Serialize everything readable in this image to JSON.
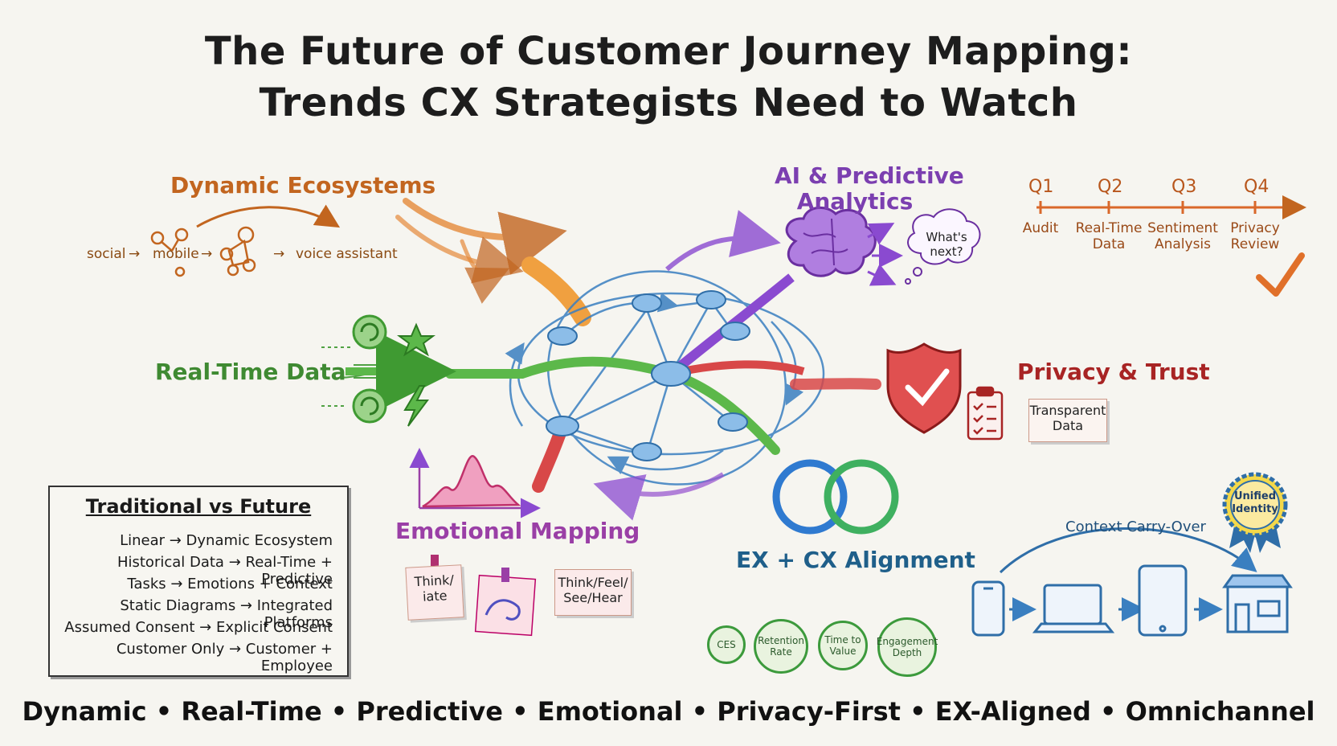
{
  "title": {
    "line1": "The Future of Customer Journey Mapping:",
    "line2": "Trends CX Strategists Need to Watch"
  },
  "dynamic_ecosystems": {
    "label": "Dynamic Ecosystems",
    "flow": [
      "social",
      "mobile",
      "voice assistant"
    ],
    "arrow": "→",
    "color": "#c2651f"
  },
  "ai_predictive": {
    "label_line1": "AI & Predictive",
    "label_line2": "Analytics",
    "bubble_line1": "What's",
    "bubble_line2": "next?",
    "icon": "brain-icon",
    "color": "#7b3fb0"
  },
  "timeline": {
    "quarters": [
      "Q1",
      "Q2",
      "Q3",
      "Q4"
    ],
    "items": [
      {
        "line1": "Audit",
        "line2": ""
      },
      {
        "line1": "Real-Time",
        "line2": "Data"
      },
      {
        "line1": "Sentiment",
        "line2": "Analysis"
      },
      {
        "line1": "Privacy",
        "line2": "Review"
      }
    ],
    "check_icon": "checkmark-icon",
    "color": "#e0702a"
  },
  "real_time_data": {
    "label": "Real-Time Data",
    "icons": [
      "refresh-icon",
      "star-icon",
      "lightning-icon"
    ],
    "color": "#3f8a32"
  },
  "privacy_trust": {
    "label": "Privacy & Trust",
    "note_line1": "Transparent",
    "note_line2": "Data",
    "icons": [
      "shield-check-icon",
      "clipboard-checklist-icon"
    ],
    "color": "#a82424"
  },
  "emotional_mapping": {
    "label": "Emotional Mapping",
    "notes": [
      {
        "line1": "Think/",
        "line2": "iate"
      },
      {
        "line1": "Think/Feel/",
        "line2": "See/Hear"
      }
    ],
    "color": "#9a3fa6"
  },
  "ex_cx": {
    "label": "EX + CX Alignment",
    "medals": [
      {
        "line1": "CES",
        "line2": ""
      },
      {
        "line1": "Retention",
        "line2": "Rate"
      },
      {
        "line1": "Time to",
        "line2": "Value"
      },
      {
        "line1": "Engagement",
        "line2": "Depth"
      }
    ],
    "color": "#1f5f8a"
  },
  "omnichannel": {
    "context_label": "Context Carry-Over",
    "badge_line1": "Unified",
    "badge_line2": "Identity",
    "devices": [
      "phone-icon",
      "laptop-icon",
      "tablet-icon",
      "storefront-icon"
    ]
  },
  "traditional_vs_future": {
    "title": "Traditional vs Future",
    "rows": [
      "Linear → Dynamic Ecosystem",
      "Historical Data → Real-Time + Predictive",
      "Tasks → Emotions + Context",
      "Static Diagrams → Integrated Platforms",
      "Assumed Consent → Explicit Consent",
      "Customer Only → Customer + Employee"
    ]
  },
  "footer": "Dynamic • Real-Time • Predictive • Emotional • Privacy-First • EX-Aligned • Omnichannel"
}
